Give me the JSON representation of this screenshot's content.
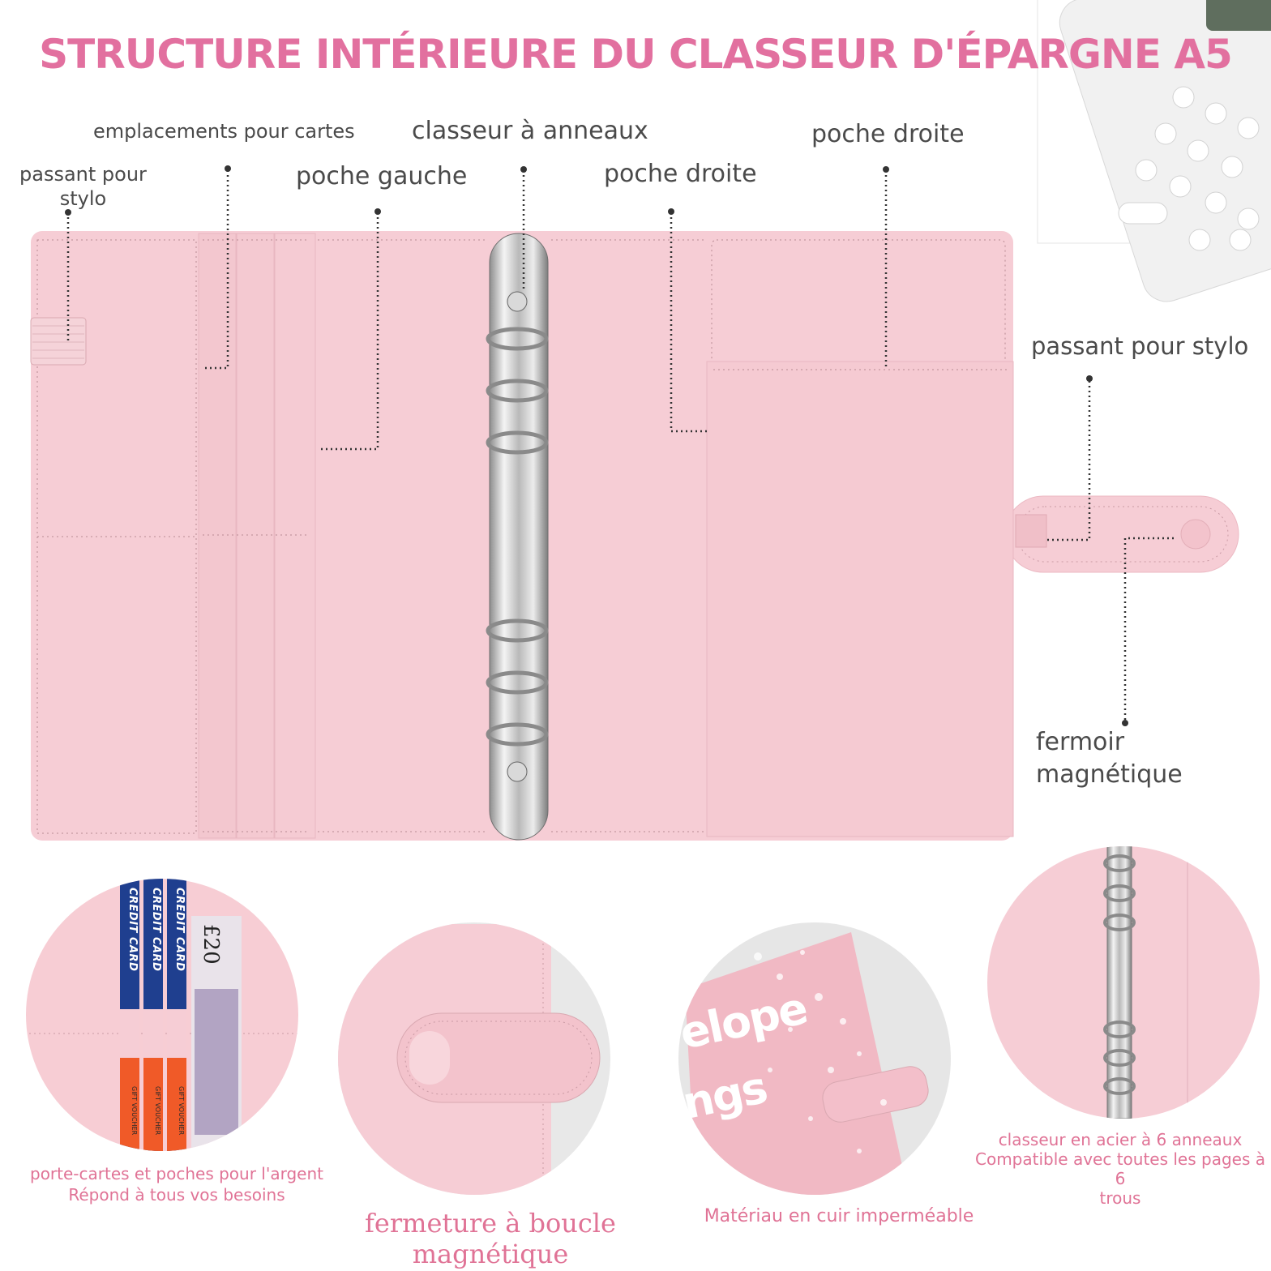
{
  "title": "STRUCTURE INTÉRIEURE DU CLASSEUR D'ÉPARGNE A5",
  "labels": {
    "pen_loop_left": "passant pour\nstylo",
    "card_slots": "emplacements pour cartes",
    "left_pocket": "poche gauche",
    "ring_binder": "classeur à anneaux",
    "right_pocket_inner": "poche droite",
    "right_pocket_outer": "poche droite",
    "pen_loop_right": "passant pour stylo",
    "magnetic_clasp": "fermoir\nmagnétique"
  },
  "card_stack": {
    "card_text": "CREDIT CARD",
    "voucher_text": "GIFT VOUCHER",
    "banknote_text": "£20"
  },
  "waterproof_text": {
    "line1": "elope",
    "line2": "ngs"
  },
  "captions": {
    "cards": "porte-cartes et poches pour l'argent\nRépond à tous vos besoins",
    "buckle": "fermeture à boucle\nmagnétique",
    "material": "Matériau en cuir imperméable",
    "rings": "classeur en acier à 6 anneaux\nCompatible avec toutes les pages à 6\ntrous"
  },
  "colors": {
    "accent": "#e2709f",
    "binder_pink": "#f6cfd6",
    "text_gray": "#4a4a4a"
  }
}
